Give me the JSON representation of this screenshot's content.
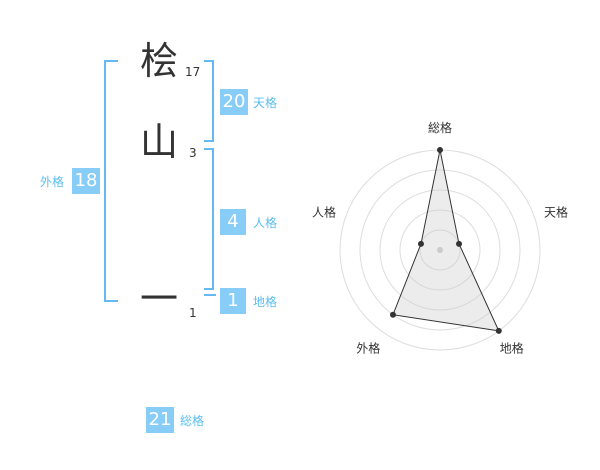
{
  "name": {
    "characters": [
      {
        "char": "桧",
        "strokes": "17"
      },
      {
        "char": "山",
        "strokes": "3"
      },
      {
        "char": "一",
        "strokes": "1"
      }
    ]
  },
  "kakusu": {
    "tenkaku": {
      "value": "20",
      "label": "天格"
    },
    "jinkaku": {
      "value": "4",
      "label": "人格"
    },
    "chikaku": {
      "value": "1",
      "label": "地格"
    },
    "gaikaku": {
      "value": "18",
      "label": "外格"
    },
    "soukaku": {
      "value": "21",
      "label": "総格"
    }
  },
  "radar": {
    "axes": [
      "総格",
      "天格",
      "地格",
      "外格",
      "人格"
    ],
    "levels": 5,
    "values": [
      5,
      1,
      5,
      4,
      1
    ],
    "max": 5
  },
  "colors": {
    "accent": "#87cdf7",
    "accent_text": "#5bbef2",
    "bracket": "#66b9ef"
  }
}
